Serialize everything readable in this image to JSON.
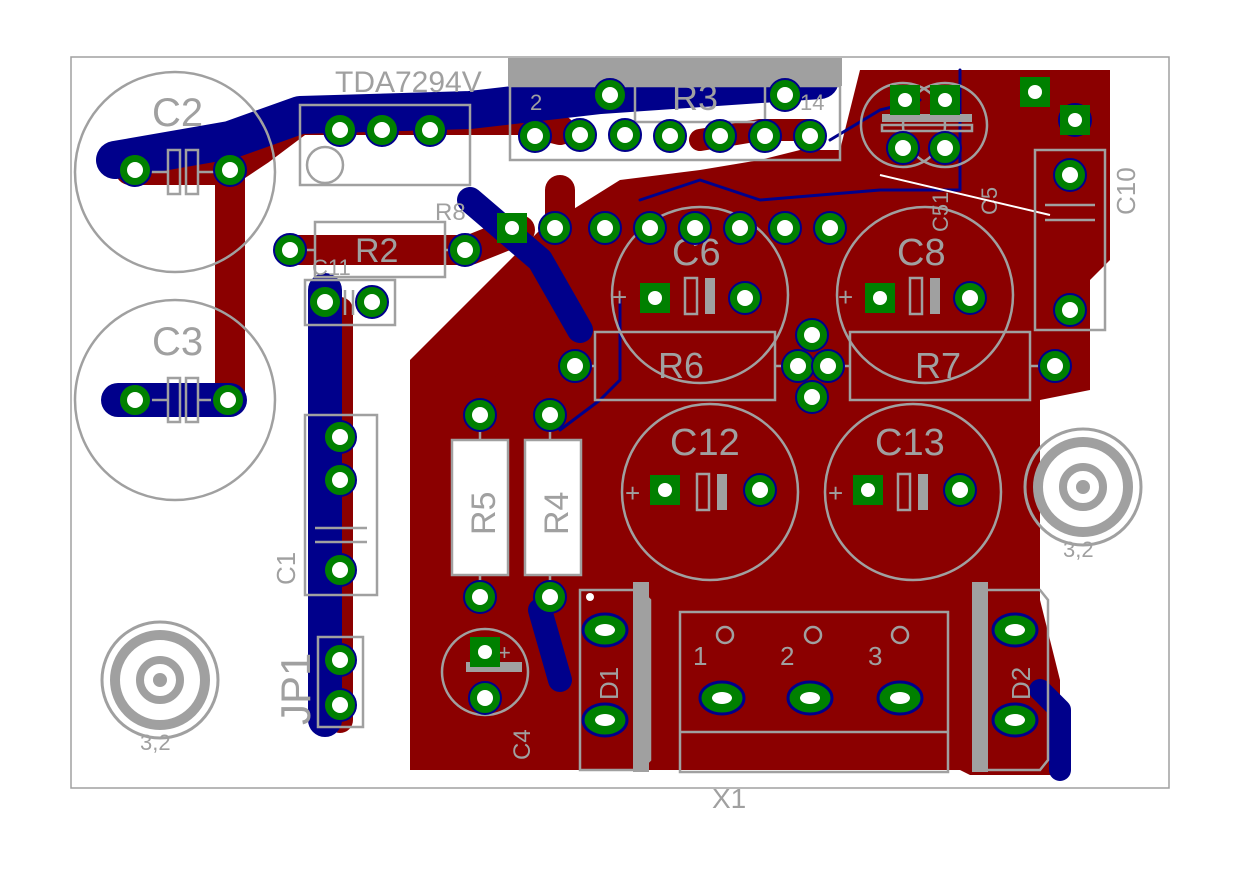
{
  "board": {
    "colors": {
      "top_copper": "#8b0000",
      "bottom_copper": "#00008b",
      "pads": "#008000",
      "silkscreen": "#a0a0a0",
      "outline": "#a0a0a0"
    }
  },
  "labels": {
    "ic": "TDA7294V",
    "c2": "C2",
    "c3": "C3",
    "c11": "C11",
    "c1": "C1",
    "jp1": "JP1",
    "r8": "R8",
    "r2": "R2",
    "r3": "R3",
    "r6": "R6",
    "r7": "R7",
    "r5": "R5",
    "r4": "R4",
    "c4": "C4",
    "c6": "C6",
    "c8": "C8",
    "c12": "C12",
    "c13": "C13",
    "c51": "C51",
    "c5": "C5",
    "c10": "C10",
    "d1": "D1",
    "d2": "D2",
    "x1": "X1",
    "pin1": "1",
    "pin2": "2",
    "pin3": "3",
    "ic_pin_first": "2",
    "ic_pin_last": "14",
    "hole_left": "3,2",
    "hole_right": "3,2",
    "plus": "+"
  }
}
